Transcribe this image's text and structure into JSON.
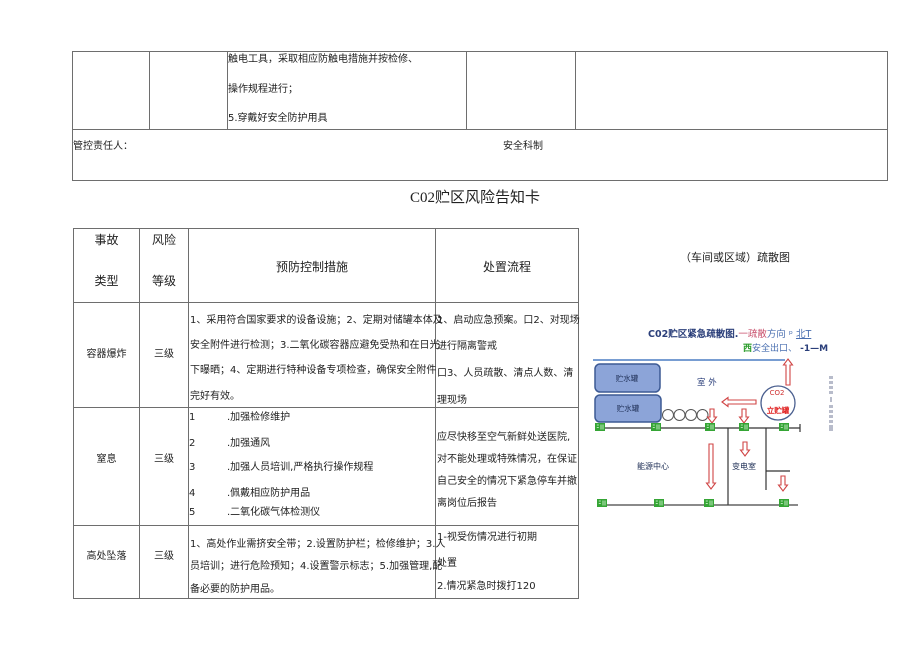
{
  "upper_table": {
    "measures_lines": [
      "触电工具，采取相应防触电措施并按检修、",
      "操作规程进行；",
      "5.穿戴好安全防护用具"
    ],
    "responsible_label": "管控责任人：",
    "issuer": "安全科制"
  },
  "risk_card": {
    "title_prefix": "C02",
    "title_main": "贮区风险告知卡",
    "headers": {
      "accident_type": [
        "事故",
        "类型"
      ],
      "risk_level": [
        "风险",
        "等级"
      ],
      "prevention": "预防控制措施",
      "response": "处置流程"
    },
    "rows": [
      {
        "accident_type": "容器爆炸",
        "risk_level": "三级",
        "prevention": [
          "1、采用符合国家要求的设备设施；2、定期对储罐本体及",
          "安全附件进行检测；3.二氧化碳容器应避免受热和在日光",
          "下曝晒；4、定期进行特种设备专项检查，确保安全附件",
          "完好有效。"
        ],
        "response": [
          "1、启动应急预案。口2、对现场",
          "进行隔离警戒",
          "口3、人员疏散、清点人数、清",
          "理现场"
        ]
      },
      {
        "accident_type": "窒息",
        "risk_level": "三级",
        "prevention": [
          {
            "num": "1",
            "text": ".加强检修维护"
          },
          {
            "num": "2",
            "text": ".加强通风"
          },
          {
            "num": "3",
            "text": ".加强人员培训,严格执行操作规程"
          },
          {
            "num": "4",
            "text": ".佩戴相应防护用品"
          },
          {
            "num": "5",
            "text": ".二氧化碳气体检测仪"
          }
        ],
        "response": [
          "应尽快移至空气新鲜处送医院,",
          "对不能处理或特殊情况，在保证",
          "自己安全的情况下紧急停车并撤",
          "离岗位后报告"
        ]
      },
      {
        "accident_type": "高处坠落",
        "risk_level": "三级",
        "prevention": [
          "1、高处作业需挤安全带；2.设置防护栏；检修维护；3.人",
          "员培训；进行危险预知；4.设置警示标志；5.加强管理,配",
          "备必要的防护用品。"
        ],
        "response": [
          "1-视受伤情况进行初期",
          "处置",
          "2.情况紧急时拨打120"
        ]
      }
    ]
  },
  "evacuation": {
    "title": "（车间或区域）疏散图",
    "map": {
      "heading": {
        "name": "C02贮区紧急疏散图.",
        "route": "一疏散",
        "direction": "方向",
        "mark": "ᵖ",
        "north": "北T"
      },
      "legend": {
        "exit_glyph": "西",
        "exit_text": "安全出口、",
        "scale": " -1—M"
      },
      "labels": {
        "outdoor": "室  外",
        "water_tank_1": "贮水罐",
        "water_tank_2": "贮水罐",
        "co2": "CO2",
        "co2_tank": "立贮罐",
        "energy_center": "能源中心",
        "substation": "变电室"
      },
      "colors": {
        "arrow": "#d04545",
        "exit": "#35a535",
        "tank_fill": "#8ca4d8",
        "tank_stroke": "#3d5a94",
        "boundary": "#4c7dc4"
      }
    }
  }
}
